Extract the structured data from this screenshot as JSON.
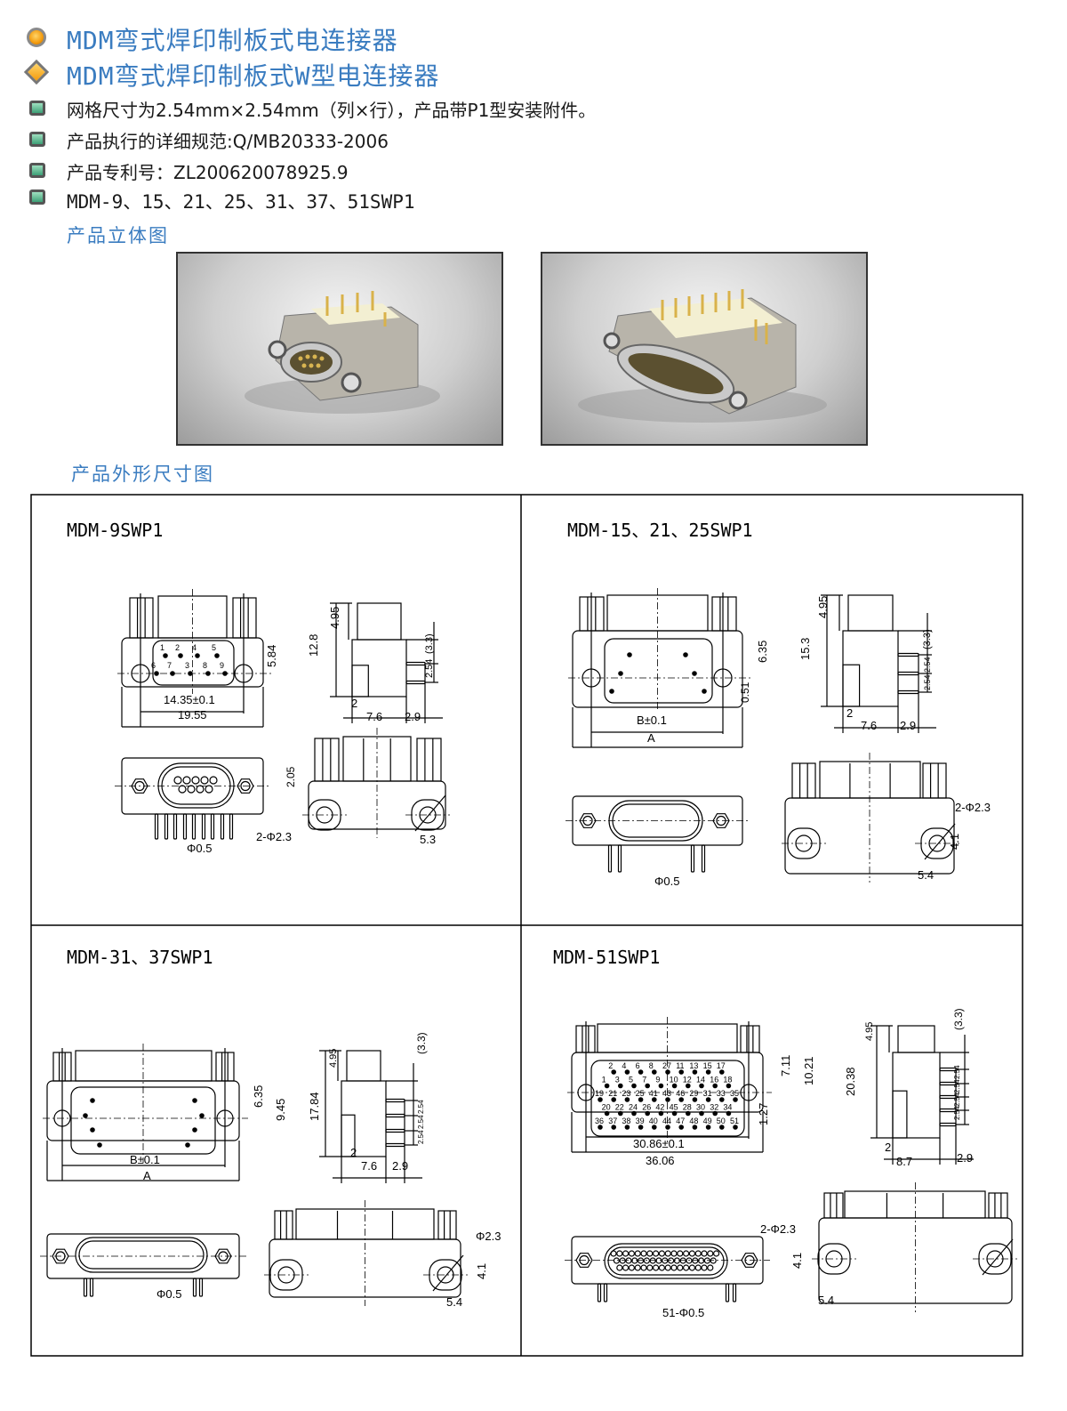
{
  "header": {
    "title_1": "MDM弯式焊印制板式电连接器",
    "title_2": "MDM弯式焊印制板式W型电连接器",
    "specs": [
      "网格尺寸为2.54mm×2.54mm（列×行），产品带P1型安装附件。",
      "产品执行的详细规范:Q/MB20333-2006",
      "产品专利号：ZL200620078925.9",
      "MDM-9、15、21、25、31、37、51SWP1"
    ],
    "section_3d": "产品立体图",
    "section_dims": "产品外形尺寸图"
  },
  "panels": [
    {
      "title": "MDM-9SWP1",
      "pin_rows": [
        [
          "1",
          "2",
          "4",
          "5"
        ],
        [
          "6",
          "7",
          "3",
          "8",
          "9"
        ]
      ],
      "dims": {
        "h_flange": "5.84",
        "pitch": "14.35±0.1",
        "width": "19.55",
        "height": "12.8",
        "post": "4.95",
        "ref": "(3.3)",
        "row": "2.54",
        "d2": "2",
        "depth": "7.6",
        "tail": "2.9",
        "hole_off": "2.05",
        "holes": "2-Φ2.3",
        "hole_x": "5.3",
        "pin_dia": "Φ0.5"
      }
    },
    {
      "title": "MDM-15、21、25SWP1",
      "dims": {
        "h_flange": "6.35",
        "off": "0.51",
        "pitch": "B±0.1",
        "width": "A",
        "height": "15.3",
        "post": "4.95",
        "ref": "(3.3)",
        "row1": "2.54",
        "row2": "2.54",
        "d2": "2",
        "depth": "7.6",
        "tail": "2.9",
        "holes": "2-Φ2.3",
        "hole_y": "4.1",
        "hole_x": "5.4",
        "pin_dia": "Φ0.5"
      }
    },
    {
      "title": "MDM-31、37SWP1",
      "dims": {
        "h1": "6.35",
        "h2": "9.45",
        "pitch": "B±0.1",
        "width": "A",
        "height": "17.84",
        "post": "4.95",
        "ref": "(3.3)",
        "row1": "2.54",
        "row2": "2.54",
        "row3": "2.54",
        "d2": "2",
        "depth": "7.6",
        "tail": "2.9",
        "holes": "Φ2.3",
        "hole_y": "4.1",
        "hole_x": "5.4",
        "pin_dia": "Φ0.5"
      }
    },
    {
      "title": "MDM-51SWP1",
      "pin_rows": [
        [
          "2",
          "4",
          "6",
          "8",
          "27",
          "11",
          "13",
          "15",
          "17"
        ],
        [
          "1",
          "3",
          "5",
          "7",
          "9",
          "10",
          "12",
          "14",
          "16",
          "18"
        ],
        [
          "19",
          "21",
          "23",
          "25",
          "41",
          "43",
          "46",
          "29",
          "31",
          "33",
          "35"
        ],
        [
          "20",
          "22",
          "24",
          "26",
          "42",
          "45",
          "28",
          "30",
          "32",
          "34"
        ],
        [
          "36",
          "37",
          "38",
          "39",
          "40",
          "44",
          "47",
          "48",
          "49",
          "50",
          "51"
        ]
      ],
      "dims": {
        "h1": "7.11",
        "h2": "10.21",
        "off": "1.27",
        "pitch": "30.86±0.1",
        "width": "36.06",
        "height": "20.38",
        "post": "4.95",
        "ref": "(3.3)",
        "row1": "2.54",
        "row2": "2.54",
        "row3": "2.54",
        "row4": "2.54",
        "d2": "2",
        "depth": "8.7",
        "tail": "2.9",
        "holes": "2-Φ2.3",
        "hole_y": "4.1",
        "hole_x": "5.4",
        "pin_dia": "51-Φ0.5"
      }
    }
  ]
}
